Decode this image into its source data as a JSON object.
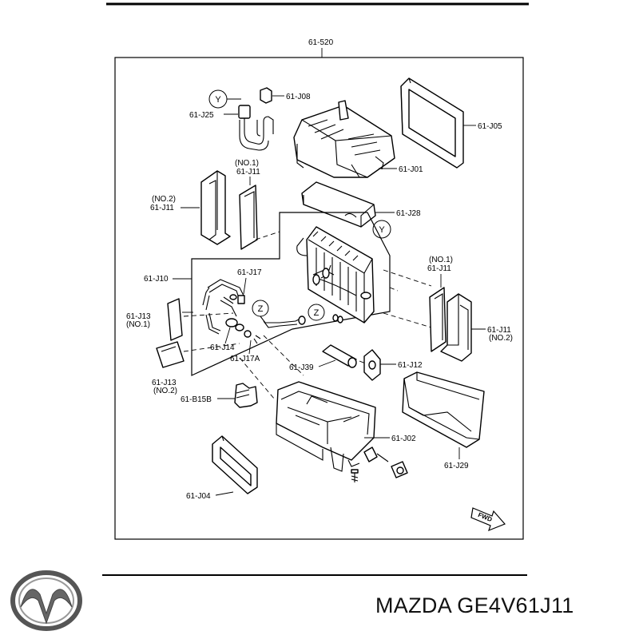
{
  "diagram": {
    "assembly_label": "61-520",
    "parts": {
      "j08": "61-J08",
      "j25": "61-J25",
      "j05": "61-J05",
      "j01": "61-J01",
      "j11_no1_top_tag": "(NO.1)",
      "j11_no1_top": "61-J11",
      "j11_no2_left_tag": "(NO.2)",
      "j11_no2_left": "61-J11",
      "j28": "61-J28",
      "j10": "61-J10",
      "j17": "61-J17",
      "j13_no1": "61-J13",
      "j13_no1_tag": "(NO.1)",
      "j14": "61-J14",
      "j17a": "61-J17A",
      "j13_no2": "61-J13",
      "j13_no2_tag": "(NO.2)",
      "j11_no1_right_tag": "(NO.1)",
      "j11_no1_right": "61-J11",
      "j11_no2_right": "61-J11",
      "j11_no2_right_tag": "(NO.2)",
      "j39": "61-J39",
      "j12": "61-J12",
      "b15b": "61-B15B",
      "j02": "61-J02",
      "j29": "61-J29",
      "j04": "61-J04"
    },
    "markers": {
      "y": "Y",
      "z": "Z"
    },
    "fwd": "FWD"
  },
  "footer": {
    "brand_icon": "mazda-logo-icon",
    "title": "MAZDA GE4V61J11"
  }
}
